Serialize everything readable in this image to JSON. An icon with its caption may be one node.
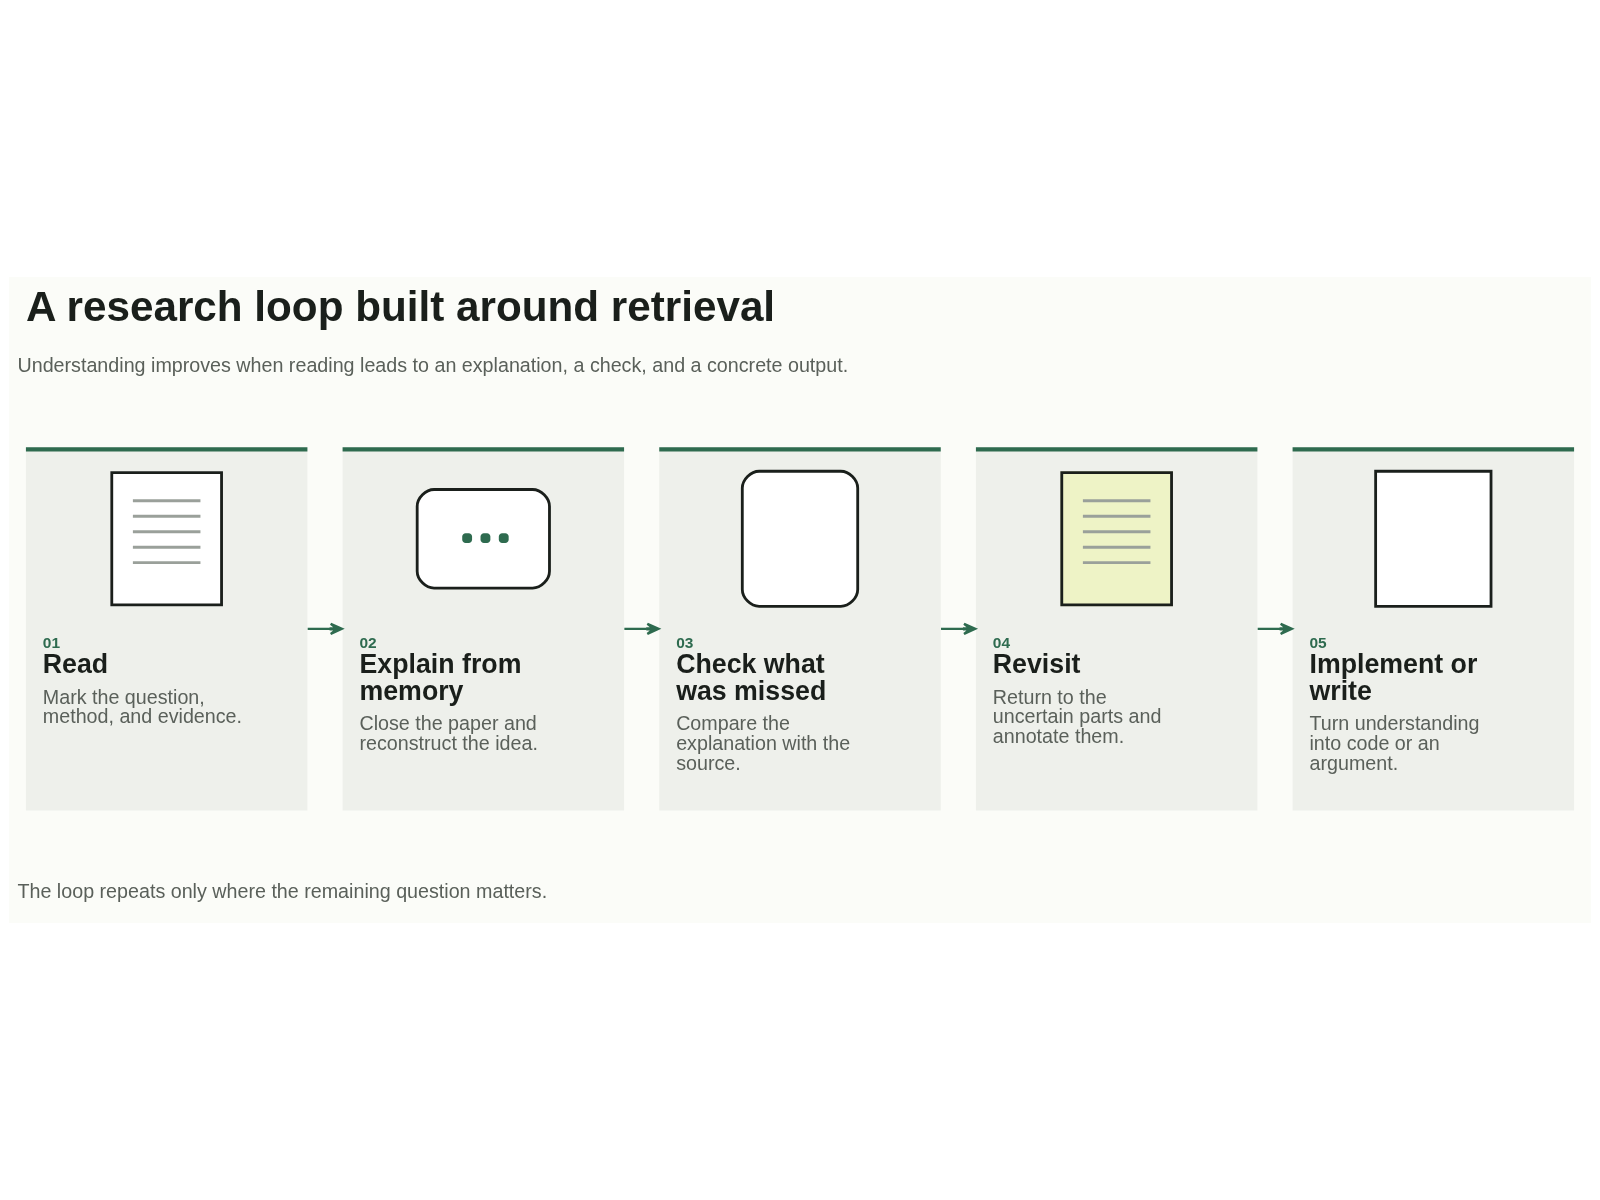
{
  "diagram": {
    "title": "A research loop built around retrieval",
    "nodes": [
      {
        "text": [
          "01",
          "Read",
          "Mark the question, method, and evidence."
        ]
      },
      {
        "text": [
          "02",
          "Explain from memory",
          "Close the paper and reconstruct the idea."
        ]
      },
      {
        "text": [
          "03",
          "Check what was missed",
          "Compare the explanation with the source."
        ]
      },
      {
        "text": [
          "04",
          "Revisit",
          "Return to the uncertain parts and annotate them."
        ]
      },
      {
        "text": [
          "05",
          "Implement or write",
          "Turn understanding into code or an argument."
        ]
      }
    ],
    "edges": [
      {
        "from": 0,
        "to": 1,
        "arrow": "to"
      },
      {
        "from": 1,
        "to": 2,
        "arrow": "to"
      },
      {
        "from": 2,
        "to": 3,
        "arrow": "to"
      },
      {
        "from": 3,
        "to": 4,
        "arrow": "to"
      }
    ],
    "labels": [
      "Understanding improves when reading leads to an explanation, a check, and a concrete output.",
      "The loop repeats only where the remaining question matters."
    ]
  }
}
